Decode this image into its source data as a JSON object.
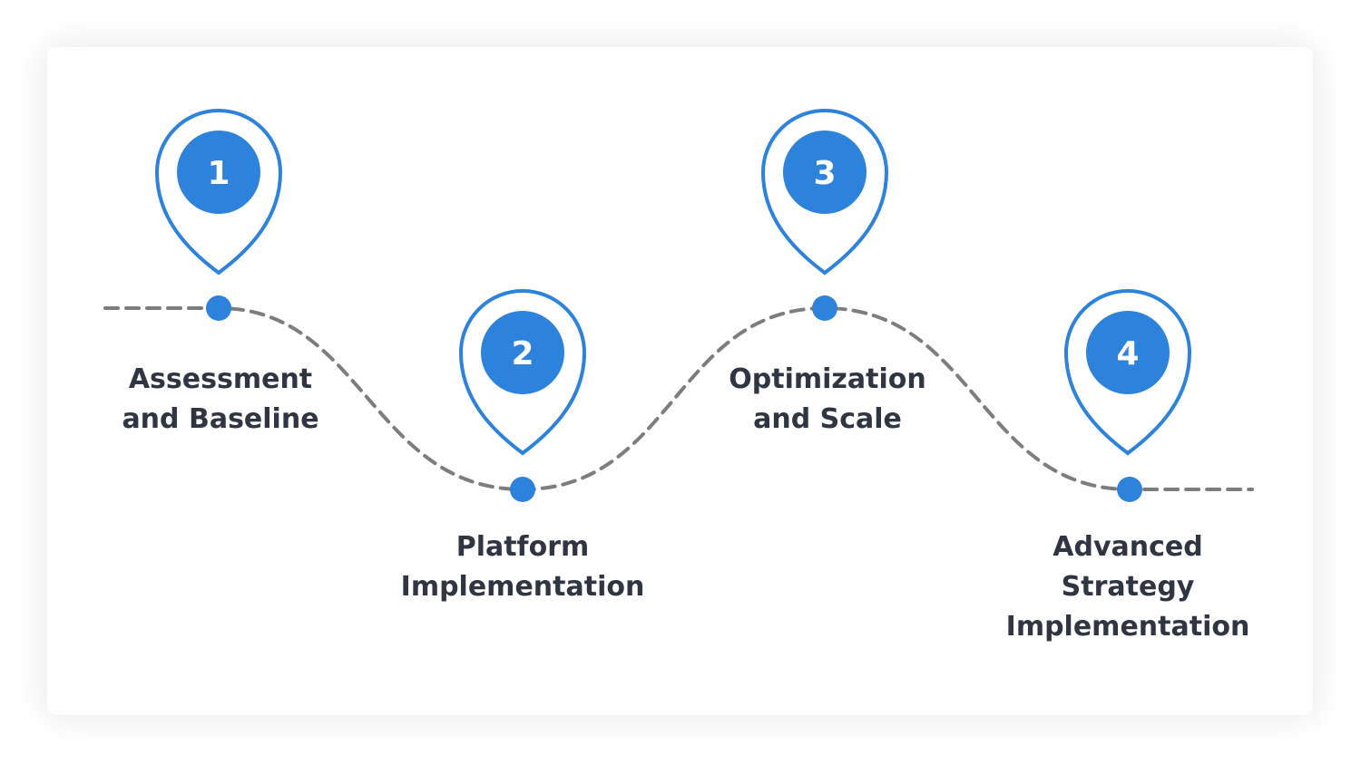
{
  "colors": {
    "accent": "#2d82dc",
    "path": "#7d7d7d",
    "text": "#2f3541"
  },
  "steps": [
    {
      "number": "1",
      "label": "Assessment\nand Baseline"
    },
    {
      "number": "2",
      "label": "Platform\nImplementation"
    },
    {
      "number": "3",
      "label": "Optimization\nand Scale"
    },
    {
      "number": "4",
      "label": "Advanced\nStrategy\nImplementation"
    }
  ]
}
